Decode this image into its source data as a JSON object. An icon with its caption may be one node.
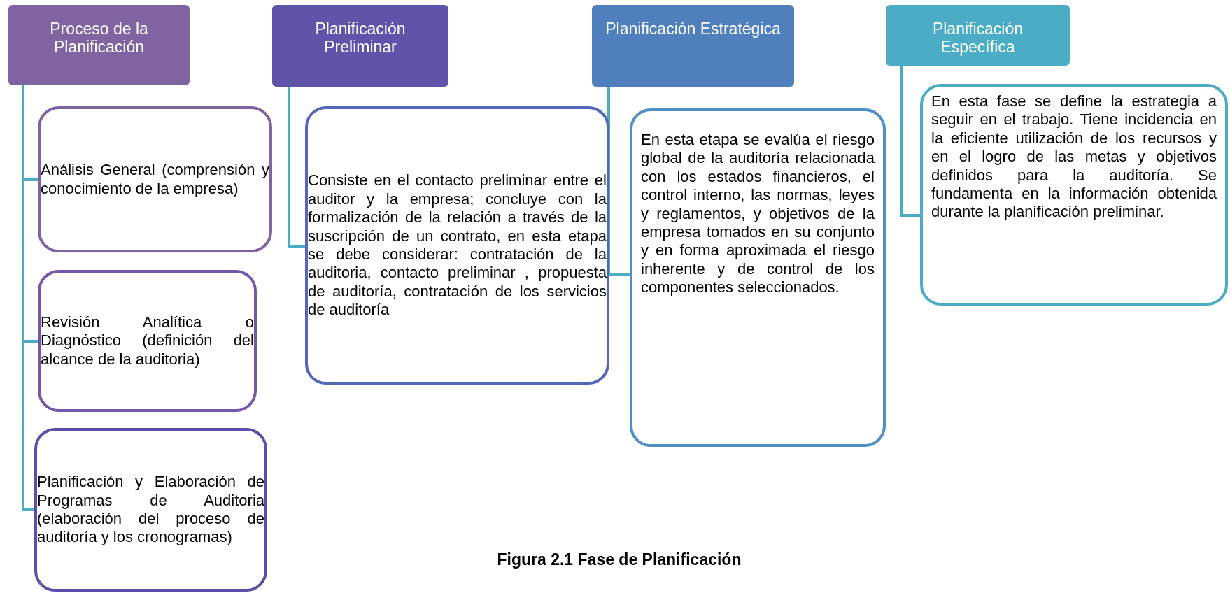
{
  "diagram": {
    "caption": "Figura 2.1 Fase de Planificación",
    "nodes": [
      {
        "text": [
          "Proceso de la Planificación"
        ]
      },
      {
        "text": [
          "Análisis General (comprensión y conocimiento de la empresa)"
        ]
      },
      {
        "text": [
          "Revisión Analítica o Diagnóstico (definición del alcance de la auditoria)"
        ]
      },
      {
        "text": [
          "Planificación y Elaboración de Programas de Auditoria (elaboración del proceso de auditoría y los cronogramas)"
        ]
      },
      {
        "text": [
          "Planificación Preliminar"
        ]
      },
      {
        "text": [
          "Consiste en el contacto preliminar entre el auditor y la empresa; concluye con la formalización de la relación a través de la suscripción de un contrato, en esta etapa se debe considerar: contratación de la auditoria, contacto preliminar , propuesta de auditoría, contratación de los servicios de auditoría"
        ]
      },
      {
        "text": [
          "Planificación Estratégica"
        ]
      },
      {
        "text": [
          "En esta etapa se evalúa el riesgo global de la auditoría relacionada con los estados financieros, el control interno, las normas, leyes y reglamentos, y objetivos de la empresa tomados en su conjunto y en forma aproximada el riesgo inherente y de control de los componentes seleccionados."
        ]
      },
      {
        "text": [
          "Planificación Específica"
        ]
      },
      {
        "text": [
          "En esta fase se define la estrategia a seguir en el trabajo. Tiene incidencia en la eficiente utilización de los recursos y en el logro de las metas y objetivos definidos para la auditoría. Se fundamenta en la información obtenida durante la planificación preliminar."
        ]
      }
    ],
    "edges": [
      {
        "from": 0,
        "to": 1,
        "arrow": "none"
      },
      {
        "from": 0,
        "to": 2,
        "arrow": "none"
      },
      {
        "from": 0,
        "to": 3,
        "arrow": "none"
      },
      {
        "from": 4,
        "to": 5,
        "arrow": "none"
      },
      {
        "from": 6,
        "to": 7,
        "arrow": "none"
      },
      {
        "from": 8,
        "to": 9,
        "arrow": "none"
      }
    ]
  }
}
